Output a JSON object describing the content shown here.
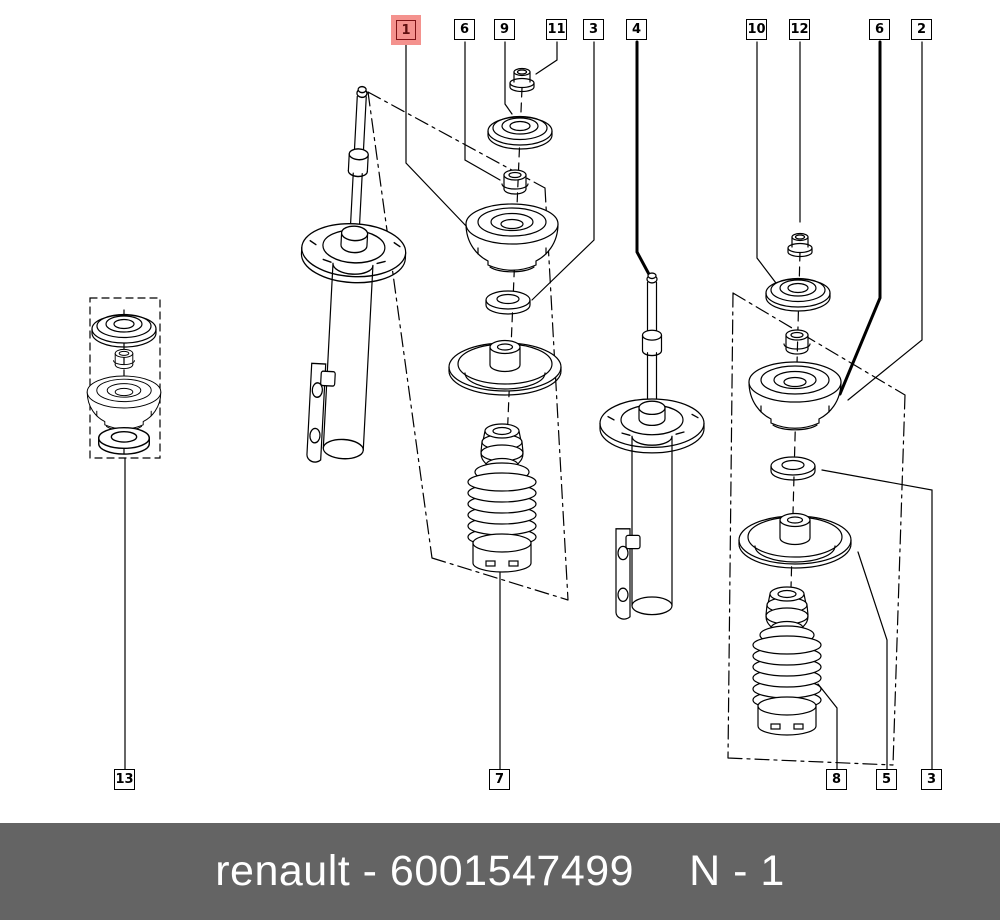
{
  "window": {
    "background": "#ffffff"
  },
  "diagram": {
    "type": "exploded-parts-diagram",
    "subject": "front suspension strut, mount and dust-cover kit"
  },
  "colors": {
    "line": "#000000",
    "highlight_fill": "#f4928e",
    "highlight_border": "#7d1215",
    "footer_background": "#646464",
    "footer_text": "#ffffff"
  },
  "callouts": {
    "top": [
      {
        "label": "1",
        "highlighted": true
      },
      {
        "label": "6",
        "highlighted": false
      },
      {
        "label": "9",
        "highlighted": false
      },
      {
        "label": "11",
        "highlighted": false
      },
      {
        "label": "3",
        "highlighted": false
      },
      {
        "label": "4",
        "highlighted": false
      },
      {
        "label": "10",
        "highlighted": false
      },
      {
        "label": "12",
        "highlighted": false
      },
      {
        "label": "6",
        "highlighted": false
      },
      {
        "label": "2",
        "highlighted": false
      }
    ],
    "bottom": [
      {
        "label": "13",
        "highlighted": false
      },
      {
        "label": "7",
        "highlighted": false
      },
      {
        "label": "8",
        "highlighted": false
      },
      {
        "label": "5",
        "highlighted": false
      },
      {
        "label": "3",
        "highlighted": false
      }
    ]
  },
  "footer": {
    "brand_and_ref": "renault - 6001547499",
    "page_label": "N - 1"
  }
}
